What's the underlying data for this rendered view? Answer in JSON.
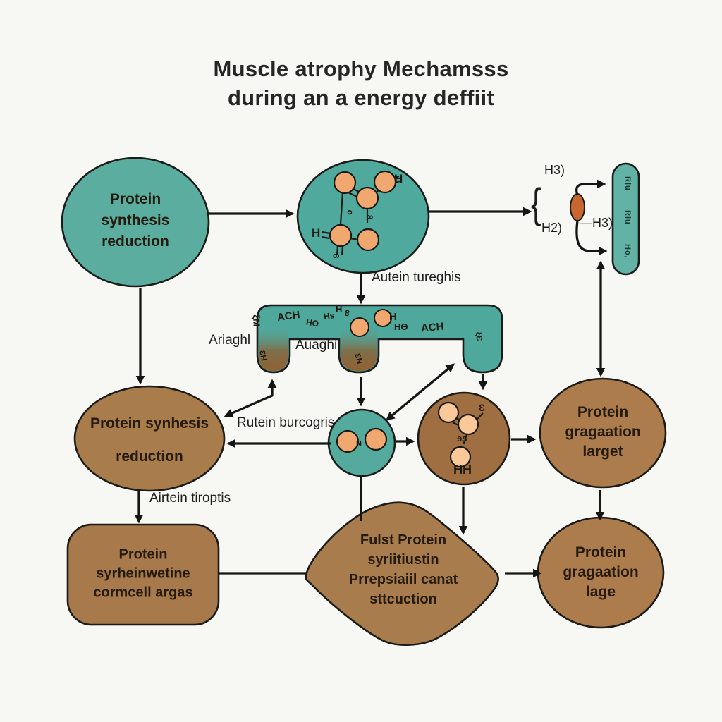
{
  "background": "#F7F7F4",
  "colors": {
    "teal": "#55ABA0",
    "brown": "#A97C4C",
    "brown_dark": "#9F6F41",
    "atom_orange": "#F1A870",
    "oval_orange": "#C8662F",
    "outline": "#1B1B19",
    "arrow": "#151513",
    "title_text": "#262624",
    "node_text": "#241A0E"
  },
  "title": {
    "line1": "Muscle atrophy Mechamsss",
    "line2": "during an a energy deffiit"
  },
  "nodes": {
    "top_left_circle": {
      "lines": [
        "Protein",
        "synthesis",
        "reduction"
      ]
    },
    "mid_left_ellipse": {
      "lines": [
        "Protein synhesis",
        "reduction"
      ]
    },
    "mid_right_ellipse": {
      "lines": [
        "Protein",
        "gragaation",
        "larget"
      ]
    },
    "bottom_left_box": {
      "lines": [
        "Protein",
        "syrheinwetine",
        "cormcell argas"
      ]
    },
    "bottom_diamond": {
      "lines": [
        "Fulst Protein",
        "syriitiustin",
        "Prrepsiaiil canat",
        "sttcuction"
      ]
    },
    "bottom_right_circle": {
      "lines": [
        "Protein",
        "gragaation",
        "lage"
      ]
    }
  },
  "labels": {
    "autein_turghis": "Autein tureghis",
    "ariaghl": "Ariaghl",
    "auaghi": "Auaghi",
    "rutein_burcogris": "Rutein burcogris",
    "artein_turoptis": "Airtein tiroptis",
    "h3_top": "H3)",
    "h2_left": "H2)",
    "h3_side": "—H3)",
    "curly_brace": "{"
  },
  "capsule": {
    "glyphs": [
      "Rlu",
      "Rlu",
      "Ho,"
    ]
  },
  "chem": {
    "top_molecule": {
      "h_right": "H",
      "h_left": "H",
      "glyph_o": "o",
      "glyph_8a": "8",
      "glyph_8b": "8"
    },
    "bar": {
      "squiggle_left": "ξM",
      "ach1": "ACH",
      "ho": "HO",
      "hs": "Hs",
      "h": "H",
      "g8": "8",
      "oh": "H",
      "h8": "HƟ",
      "ach2": "ACH",
      "eps_right": "ξƐ",
      "prong1": "ƐH",
      "prong2": "ƐN"
    },
    "small_circle": {
      "n": "N"
    },
    "brown_molecule": {
      "eps": "Ɛ",
      "mid": "ɘʂ",
      "hh": "HH"
    }
  }
}
